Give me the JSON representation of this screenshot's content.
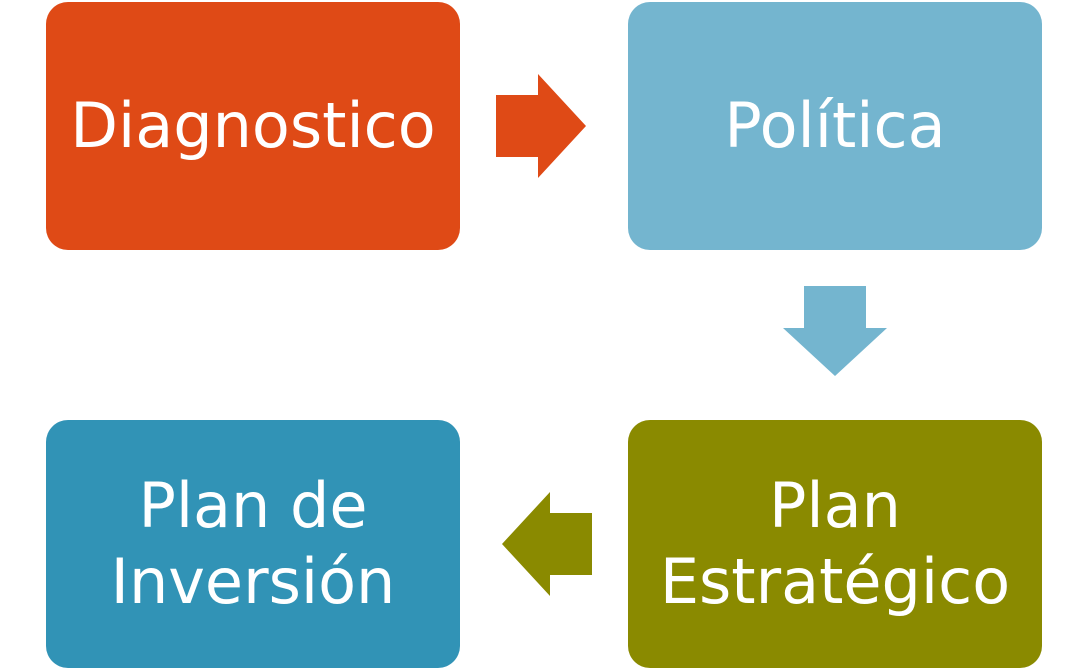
{
  "colors": {
    "diagnostico": "#df4a16",
    "politica": "#74b5cf",
    "plan_estrategico": "#8a8a00",
    "plan_inversion": "#3193b6",
    "text": "#ffffff"
  },
  "nodes": {
    "diagnostico": {
      "label": "Diagnostico"
    },
    "politica": {
      "label": "Política"
    },
    "plan_estrategico": {
      "line1": "Plan",
      "line2": "Estratégico"
    },
    "plan_inversion": {
      "line1": "Plan de",
      "line2": "Inversión"
    }
  },
  "edges": [
    {
      "from": "Diagnostico",
      "to": "Política",
      "direction": "right",
      "color": "#df4a16"
    },
    {
      "from": "Política",
      "to": "Plan Estratégico",
      "direction": "down",
      "color": "#74b5cf"
    },
    {
      "from": "Plan Estratégico",
      "to": "Plan de Inversión",
      "direction": "left",
      "color": "#8a8a00"
    }
  ]
}
